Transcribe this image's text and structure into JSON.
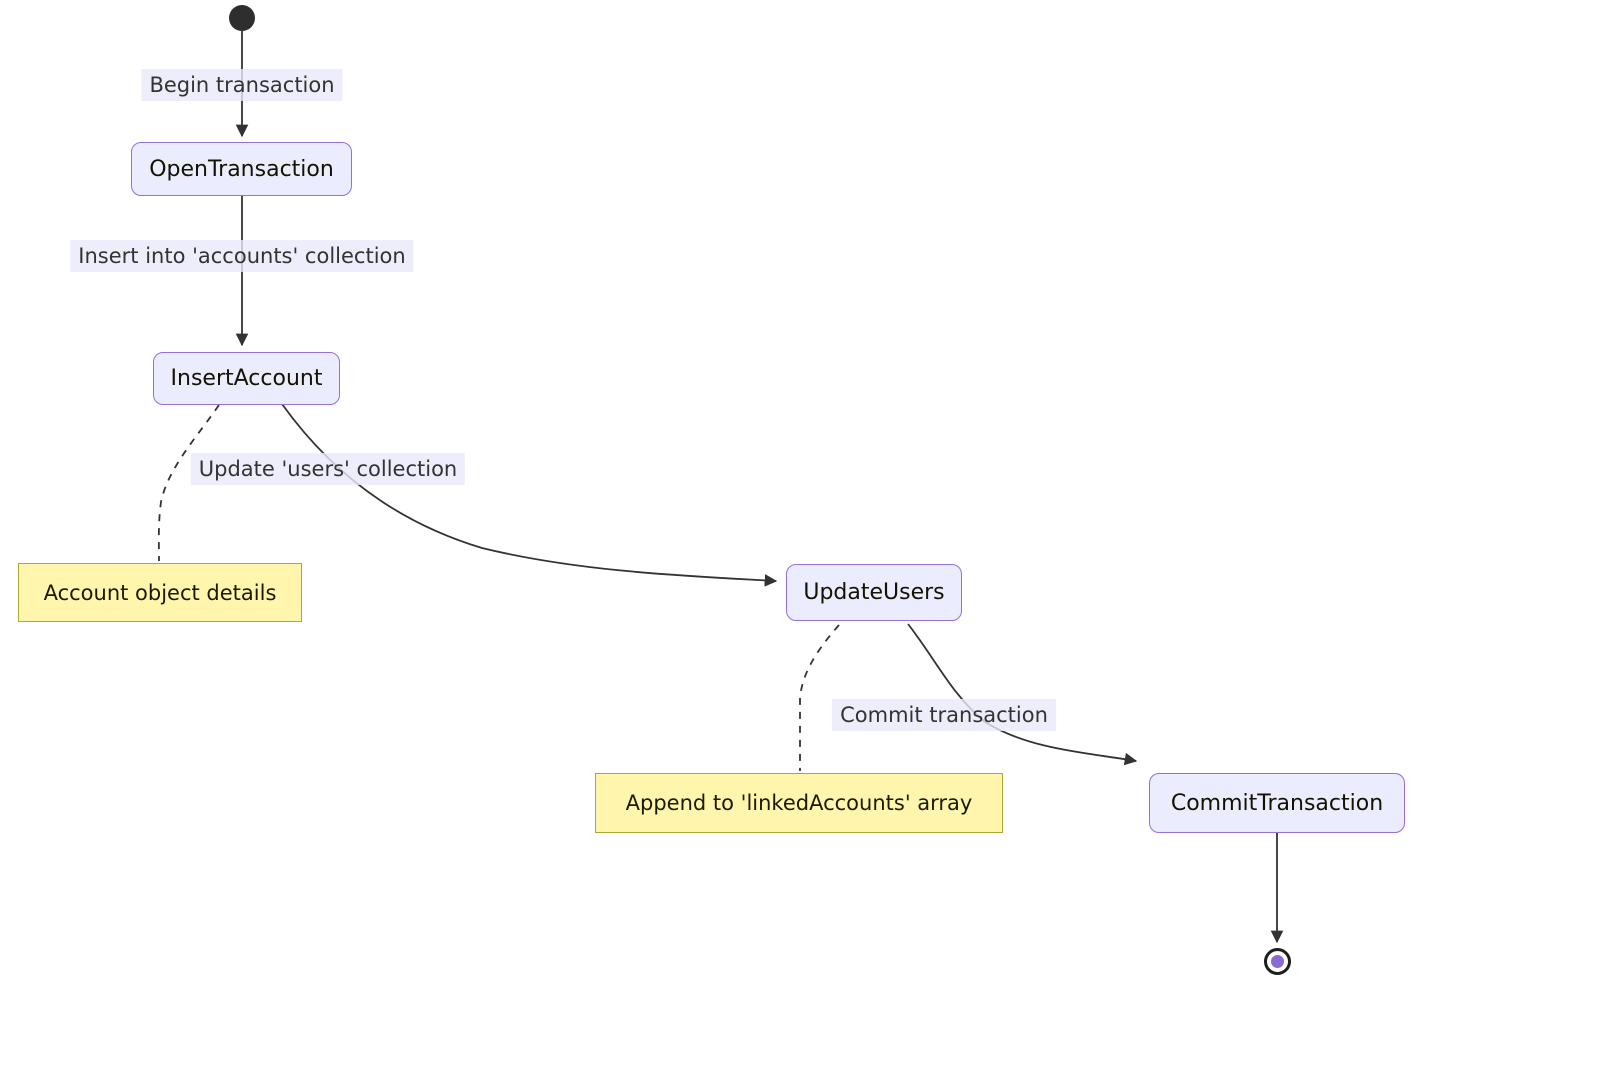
{
  "diagram": {
    "type": "state-diagram",
    "states": [
      {
        "id": "OpenTransaction",
        "label": "OpenTransaction"
      },
      {
        "id": "InsertAccount",
        "label": "InsertAccount"
      },
      {
        "id": "UpdateUsers",
        "label": "UpdateUsers"
      },
      {
        "id": "CommitTransaction",
        "label": "CommitTransaction"
      }
    ],
    "notes": [
      {
        "id": "note-account",
        "label": "Account object details",
        "attached_to": "InsertAccount"
      },
      {
        "id": "note-linked",
        "label": "Append to 'linkedAccounts' array",
        "attached_to": "UpdateUsers"
      }
    ],
    "edges": [
      {
        "from": "start",
        "to": "OpenTransaction",
        "label": "Begin transaction"
      },
      {
        "from": "OpenTransaction",
        "to": "InsertAccount",
        "label": "Insert into 'accounts' collection"
      },
      {
        "from": "InsertAccount",
        "to": "UpdateUsers",
        "label": "Update 'users' collection"
      },
      {
        "from": "UpdateUsers",
        "to": "CommitTransaction",
        "label": "Commit transaction"
      },
      {
        "from": "CommitTransaction",
        "to": "end",
        "label": ""
      }
    ],
    "colors": {
      "state_fill": "#ECECFF",
      "state_border": "#9370DB",
      "note_fill": "#FFF5AD",
      "note_border": "#AAAA33",
      "edge_stroke": "#333333",
      "edge_label_bg": "#E8E8FA",
      "state_text": "#131300",
      "start_node_fill": "#2E2E2E",
      "end_node_inner": "#8A6BD1",
      "background": "#FFFFFF"
    }
  }
}
